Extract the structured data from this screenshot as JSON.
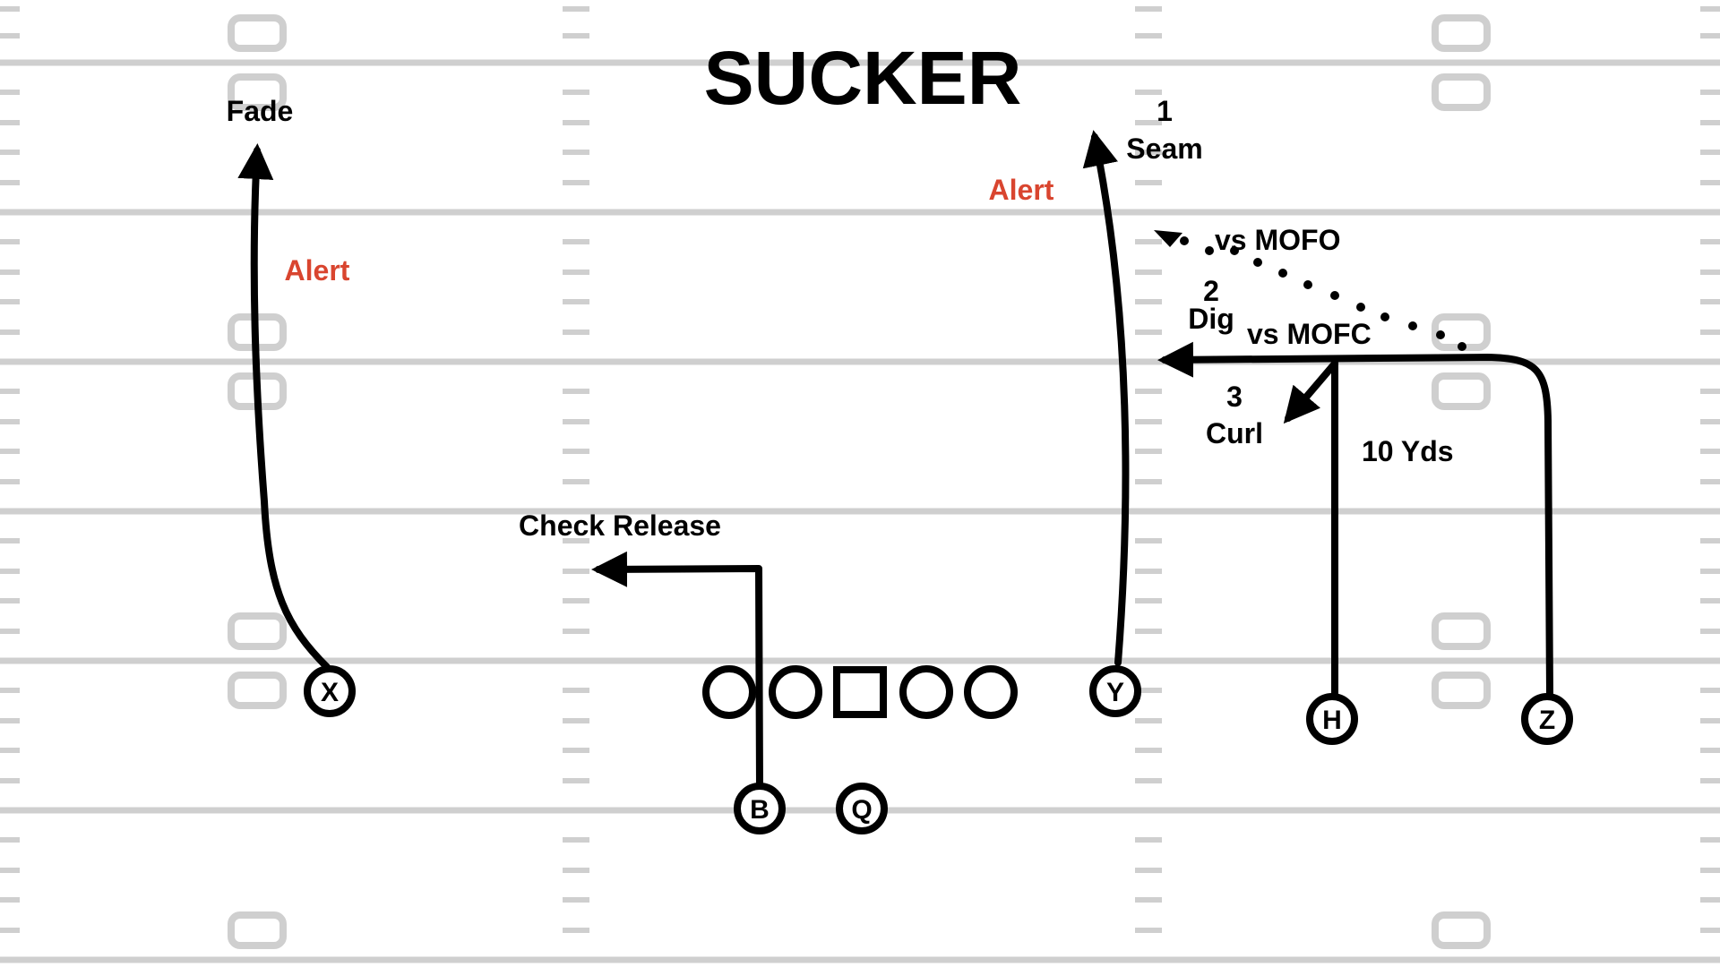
{
  "play": {
    "title": "SUCKER"
  },
  "players": {
    "x": "X",
    "y": "Y",
    "h": "H",
    "z": "Z",
    "b": "B",
    "q": "Q"
  },
  "routes": {
    "x_route": "Fade",
    "x_alert": "Alert",
    "y_number": "1",
    "y_route": "Seam",
    "y_alert": "Alert",
    "h_option_mofo": "vs MOFO",
    "h_number": "2",
    "h_route": "Dig",
    "h_option_mofc": "vs MOFC",
    "h_curl_number": "3",
    "h_curl_route": "Curl",
    "h_depth": "10 Yds",
    "b_route": "Check Release"
  },
  "colors": {
    "alert": "#d9452f",
    "field_lines": "#cfcfcf",
    "ink": "#000000"
  }
}
